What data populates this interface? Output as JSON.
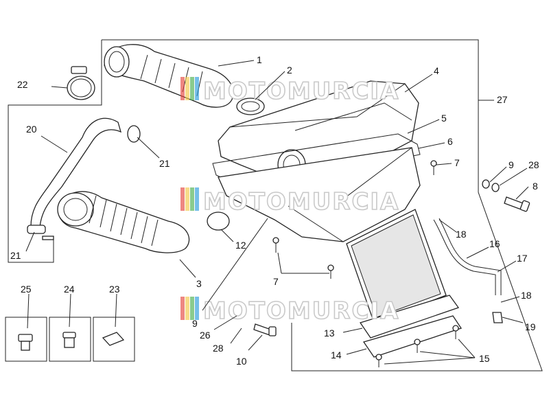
{
  "watermark": {
    "text": "MOTOMURCIA",
    "stripe_colors": [
      "#e5463d",
      "#f2c94c",
      "#4caf50",
      "#2d9cdb"
    ]
  },
  "labels": [
    {
      "id": "l1",
      "text": "1"
    },
    {
      "id": "l2",
      "text": "2"
    },
    {
      "id": "l3",
      "text": "3"
    },
    {
      "id": "l4",
      "text": "4"
    },
    {
      "id": "l5",
      "text": "5"
    },
    {
      "id": "l6",
      "text": "6"
    },
    {
      "id": "l7a",
      "text": "7"
    },
    {
      "id": "l7b",
      "text": "7"
    },
    {
      "id": "l8",
      "text": "8"
    },
    {
      "id": "l9a",
      "text": "9"
    },
    {
      "id": "l9b",
      "text": "9"
    },
    {
      "id": "l10",
      "text": "10"
    },
    {
      "id": "l12",
      "text": "12"
    },
    {
      "id": "l13",
      "text": "13"
    },
    {
      "id": "l14",
      "text": "14"
    },
    {
      "id": "l15",
      "text": "15"
    },
    {
      "id": "l16",
      "text": "16"
    },
    {
      "id": "l17",
      "text": "17"
    },
    {
      "id": "l18a",
      "text": "18"
    },
    {
      "id": "l18b",
      "text": "18"
    },
    {
      "id": "l19",
      "text": "19"
    },
    {
      "id": "l20",
      "text": "20"
    },
    {
      "id": "l21a",
      "text": "21"
    },
    {
      "id": "l21b",
      "text": "21"
    },
    {
      "id": "l22",
      "text": "22"
    },
    {
      "id": "l23",
      "text": "23"
    },
    {
      "id": "l24",
      "text": "24"
    },
    {
      "id": "l25",
      "text": "25"
    },
    {
      "id": "l26",
      "text": "26"
    },
    {
      "id": "l27",
      "text": "27"
    },
    {
      "id": "l28a",
      "text": "28"
    },
    {
      "id": "l28b",
      "text": "28"
    }
  ]
}
